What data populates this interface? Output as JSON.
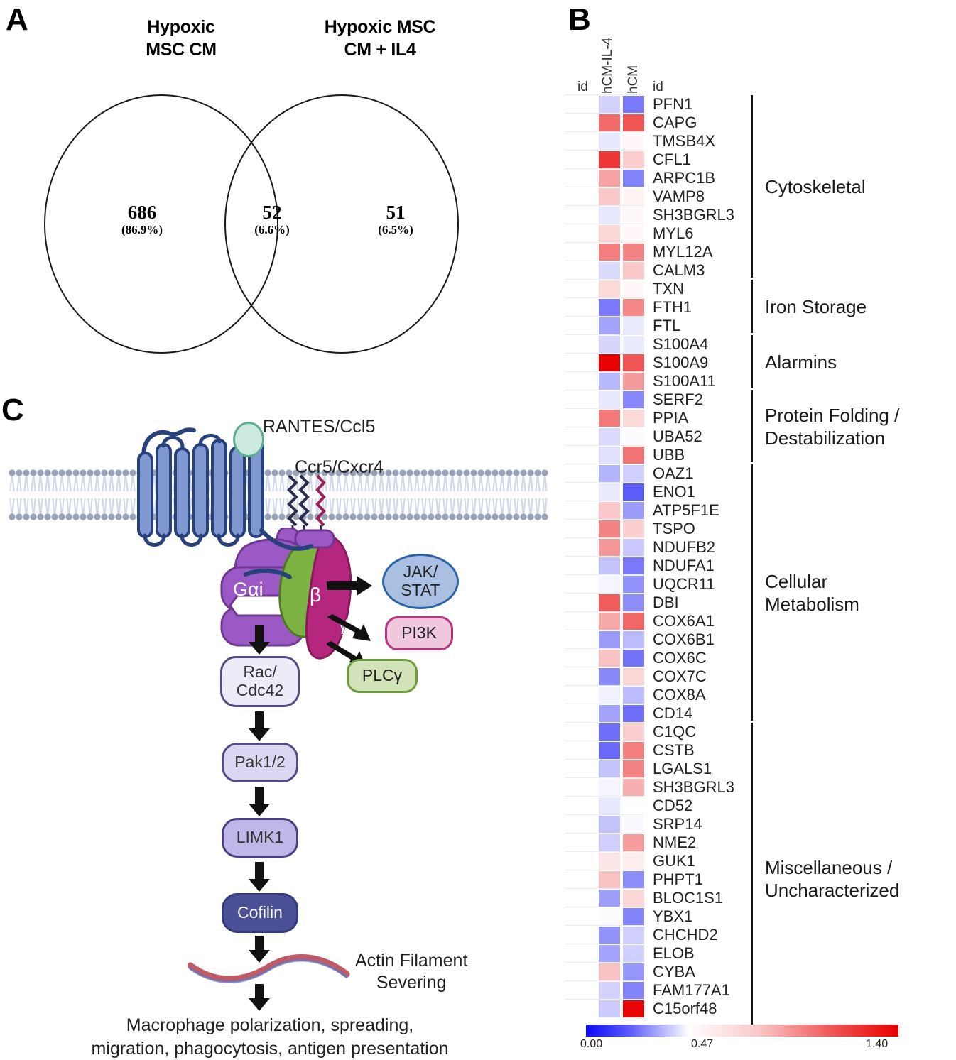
{
  "panels": {
    "a_letter": "A",
    "b_letter": "B",
    "c_letter": "C"
  },
  "venn": {
    "left_title": "Hypoxic\nMSC CM",
    "left_title_l1": "Hypoxic",
    "left_title_l2": "MSC CM",
    "right_title_l1": "Hypoxic MSC",
    "right_title_l2": "CM + IL4",
    "left_count": "686",
    "left_pct": "(86.9%)",
    "center_count": "52",
    "center_pct": "(6.6%)",
    "right_count": "51",
    "right_pct": "(6.5%)"
  },
  "pathway": {
    "ligand_label": "RANTES/Ccl5",
    "receptor_label": "Ccr5/Cxcr4",
    "galpha_label": "Gαi",
    "beta_label": "β",
    "gamma_label": "γ",
    "branches": [
      {
        "label": "JAK/\nSTAT",
        "l1": "JAK/",
        "l2": "STAT",
        "fill": "#a9c0e2",
        "stroke": "#2f63a8"
      },
      {
        "label": "PI3K",
        "fill": "#f0c8dd",
        "stroke": "#b5367f"
      },
      {
        "label": "PLCγ",
        "fill": "#d2e3b8",
        "stroke": "#6f9c3d"
      }
    ],
    "cascade": [
      {
        "l1": "Rac/",
        "l2": "Cdc42",
        "fill": "#eeeaf8",
        "stroke": "#564a86",
        "text": "#333333"
      },
      {
        "l1": "Pak1/2",
        "l2": "",
        "fill": "#ddd6f2",
        "stroke": "#564a86",
        "text": "#333333"
      },
      {
        "l1": "LIMK1",
        "l2": "",
        "fill": "#c0b6e8",
        "stroke": "#4c4080",
        "text": "#333333"
      },
      {
        "l1": "Cofilin",
        "l2": "",
        "fill": "#4a4f96",
        "stroke": "#353a7a",
        "text": "#ffffff"
      }
    ],
    "actin_label_l1": "Actin Filament",
    "actin_label_l2": "Severing",
    "outcome_l1": "Macrophage polarization, spreading,",
    "outcome_l2": "migration, phagocytosis, antigen presentation"
  },
  "heatmap": {
    "id_left_header": "id",
    "id_right_header": "id",
    "columns": [
      "hCM-IL-4",
      "hCM"
    ],
    "scale": {
      "min_label": "0.00",
      "mid_label": "0.47",
      "max_label": "1.40",
      "low_color": "#0b0bf5",
      "mid_color": "#ffffff",
      "high_color": "#e80000"
    },
    "groups": [
      {
        "label": "Cytoskeletal",
        "label_l1": "Cytoskeletal",
        "label_l2": "",
        "start": 0,
        "end": 9
      },
      {
        "label": "Iron Storage",
        "label_l1": "Iron Storage",
        "label_l2": "",
        "start": 10,
        "end": 12
      },
      {
        "label": "Alarmins",
        "label_l1": "Alarmins",
        "label_l2": "",
        "start": 13,
        "end": 15
      },
      {
        "label": "Protein Folding / Destabilization",
        "label_l1": "Protein Folding /",
        "label_l2": "Destabilization",
        "start": 16,
        "end": 19
      },
      {
        "label": "Cellular Metabolism",
        "label_l1": "Cellular",
        "label_l2": "Metabolism",
        "start": 20,
        "end": 33
      },
      {
        "label": "Miscellaneous / Uncharacterized",
        "label_l1": "Miscellaneous /",
        "label_l2": "Uncharacterized",
        "start": 34,
        "end": 50
      }
    ],
    "rows": [
      {
        "gene": "PFN1",
        "hcm_il4": 0.34,
        "hcm": 0.13
      },
      {
        "gene": "CAPG",
        "hcm_il4": 0.93,
        "hcm": 1.02
      },
      {
        "gene": "TMSB4X",
        "hcm_il4": 0.4,
        "hcm": 0.48
      },
      {
        "gene": "CFL1",
        "hcm_il4": 1.15,
        "hcm": 0.58
      },
      {
        "gene": "ARPC1B",
        "hcm_il4": 0.72,
        "hcm": 0.15
      },
      {
        "gene": "VAMP8",
        "hcm_il4": 0.6,
        "hcm": 0.49
      },
      {
        "gene": "SH3BGRL3",
        "hcm_il4": 0.4,
        "hcm": 0.48
      },
      {
        "gene": "MYL6",
        "hcm_il4": 0.56,
        "hcm": 0.48
      },
      {
        "gene": "MYL12A",
        "hcm_il4": 0.86,
        "hcm": 0.84
      },
      {
        "gene": "CALM3",
        "hcm_il4": 0.36,
        "hcm": 0.6
      },
      {
        "gene": "TXN",
        "hcm_il4": 0.55,
        "hcm": 0.48
      },
      {
        "gene": "FTH1",
        "hcm_il4": 0.13,
        "hcm": 0.82
      },
      {
        "gene": "FTL",
        "hcm_il4": 0.22,
        "hcm": 0.41
      },
      {
        "gene": "S100A4",
        "hcm_il4": 0.35,
        "hcm": 0.41
      },
      {
        "gene": "S100A9",
        "hcm_il4": 1.4,
        "hcm": 1.02
      },
      {
        "gene": "S100A11",
        "hcm_il4": 0.27,
        "hcm": 0.75
      },
      {
        "gene": "SERF2",
        "hcm_il4": 0.4,
        "hcm": 0.16
      },
      {
        "gene": "PPIA",
        "hcm_il4": 0.88,
        "hcm": 0.55
      },
      {
        "gene": "UBA52",
        "hcm_il4": 0.36,
        "hcm": 0.46
      },
      {
        "gene": "UBB",
        "hcm_il4": 0.38,
        "hcm": 0.9
      },
      {
        "gene": "OAZ1",
        "hcm_il4": 0.26,
        "hcm": 0.33
      },
      {
        "gene": "ENO1",
        "hcm_il4": 0.41,
        "hcm": 0.08
      },
      {
        "gene": "ATP5F1E",
        "hcm_il4": 0.6,
        "hcm": 0.2
      },
      {
        "gene": "TSPO",
        "hcm_il4": 0.84,
        "hcm": 0.58
      },
      {
        "gene": "NDUFB2",
        "hcm_il4": 0.76,
        "hcm": 0.31
      },
      {
        "gene": "NDUFA1",
        "hcm_il4": 0.3,
        "hcm": 0.13
      },
      {
        "gene": "UQCR11",
        "hcm_il4": 0.44,
        "hcm": 0.18
      },
      {
        "gene": "DBI",
        "hcm_il4": 1.0,
        "hcm": 0.17
      },
      {
        "gene": "COX6A1",
        "hcm_il4": 0.7,
        "hcm": 0.95
      },
      {
        "gene": "COX6B1",
        "hcm_il4": 0.2,
        "hcm": 0.28
      },
      {
        "gene": "COX6C",
        "hcm_il4": 0.62,
        "hcm": 0.12
      },
      {
        "gene": "COX7C",
        "hcm_il4": 0.16,
        "hcm": 0.56
      },
      {
        "gene": "COX8A",
        "hcm_il4": 0.43,
        "hcm": 0.28
      },
      {
        "gene": "CD14",
        "hcm_il4": 0.22,
        "hcm": 0.11
      },
      {
        "gene": "C1QC",
        "hcm_il4": 0.11,
        "hcm": 0.58
      },
      {
        "gene": "CSTB",
        "hcm_il4": 0.1,
        "hcm": 0.86
      },
      {
        "gene": "LGALS1",
        "hcm_il4": 0.3,
        "hcm": 0.84
      },
      {
        "gene": "SH3BGRL3",
        "hcm_il4": 0.44,
        "hcm": 0.68
      },
      {
        "gene": "CD52",
        "hcm_il4": 0.4,
        "hcm": 0.47
      },
      {
        "gene": "SRP14",
        "hcm_il4": 0.3,
        "hcm": 0.45
      },
      {
        "gene": "NME2",
        "hcm_il4": 0.33,
        "hcm": 0.74
      },
      {
        "gene": "GUK1",
        "hcm_il4": 0.52,
        "hcm": 0.5
      },
      {
        "gene": "PHPT1",
        "hcm_il4": 0.62,
        "hcm": 0.17
      },
      {
        "gene": "BLOC1S1",
        "hcm_il4": 0.21,
        "hcm": 0.56
      },
      {
        "gene": "YBX1",
        "hcm_il4": 0.46,
        "hcm": 0.15
      },
      {
        "gene": "CHCHD2",
        "hcm_il4": 0.18,
        "hcm": 0.33
      },
      {
        "gene": "ELOB",
        "hcm_il4": 0.22,
        "hcm": 0.33
      },
      {
        "gene": "CYBA",
        "hcm_il4": 0.62,
        "hcm": 0.19
      },
      {
        "gene": "FAM177A1",
        "hcm_il4": 0.34,
        "hcm": 0.15
      },
      {
        "gene": "C15orf48",
        "hcm_il4": 0.32,
        "hcm": 1.38
      }
    ]
  }
}
